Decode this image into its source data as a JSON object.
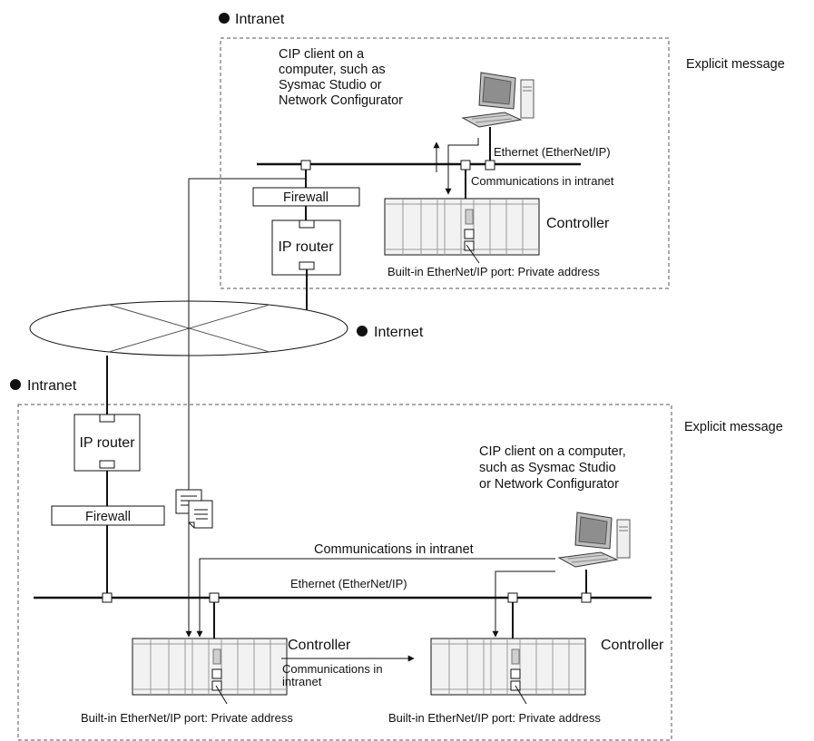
{
  "top_section": {
    "title": "Intranet",
    "client_label": [
      "CIP client on a",
      "computer, such as",
      "Sysmac Studio or",
      "Network Configurator"
    ],
    "explicit_message": "Explicit message",
    "ethernet_label": "Ethernet (EtherNet/IP)",
    "comms_label": "Communications in intranet",
    "controller_label": "Controller",
    "firewall_label": "Firewall",
    "router_label": "IP router",
    "port_label": "Built-in EtherNet/IP port: Private address"
  },
  "internet": {
    "title": "Internet"
  },
  "bottom_section": {
    "title": "Intranet",
    "explicit_message": "Explicit message",
    "client_label": [
      "CIP client on a computer,",
      "such as Sysmac Studio",
      "or Network Configurator"
    ],
    "comms_label": "Communications in intranet",
    "ethernet_label": "Ethernet (EtherNet/IP)",
    "router_label": "IP router",
    "firewall_label": "Firewall",
    "controller_label_left": "Controller",
    "controller_comms_label": [
      "Communications in",
      "intranet"
    ],
    "controller_label_right": "Controller",
    "port_label_left": "Built-in EtherNet/IP port: Private address",
    "port_label_right": "Built-in EtherNet/IP port: Private address"
  },
  "colors": {
    "line": "#111111",
    "dash": "#555555",
    "device_fill": "#f2f2f2",
    "screen_fill": "#a9a9a9"
  }
}
